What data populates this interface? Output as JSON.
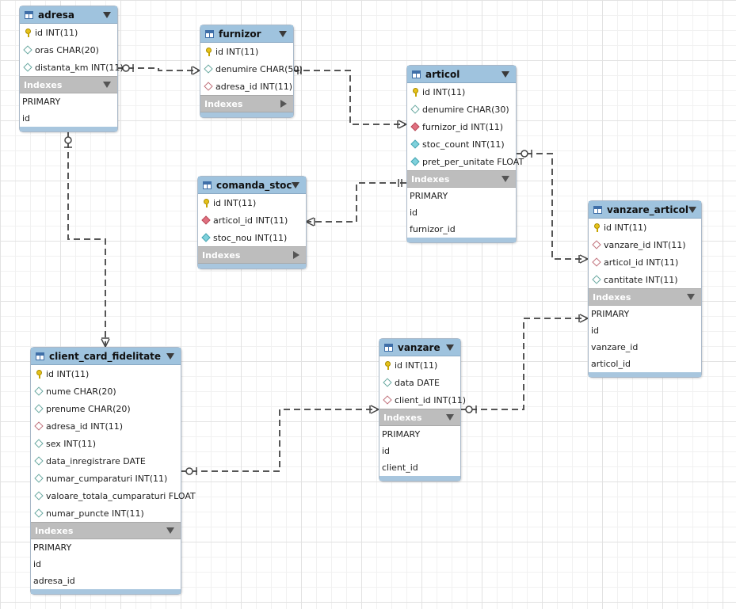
{
  "colors": {
    "header": "#9fc3de",
    "index_header": "#bdbdbd",
    "connector": "#555555"
  },
  "entities": {
    "adresa": {
      "title": "adresa",
      "columns": [
        {
          "icon": "primary-key-icon",
          "text": "id INT(11)"
        },
        {
          "icon": "column-diamond-icon",
          "text": "oras CHAR(20)"
        },
        {
          "icon": "column-diamond-icon",
          "text": "distanta_km INT(11)"
        }
      ],
      "indexes_label": "Indexes",
      "indexes": [
        "PRIMARY",
        "id"
      ]
    },
    "furnizor": {
      "title": "furnizor",
      "columns": [
        {
          "icon": "primary-key-icon",
          "text": "id INT(11)"
        },
        {
          "icon": "column-diamond-icon",
          "text": "denumire CHAR(50)"
        },
        {
          "icon": "foreign-key-diamond-icon",
          "text": "adresa_id INT(11)"
        }
      ],
      "indexes_label": "Indexes",
      "indexes": []
    },
    "articol": {
      "title": "articol",
      "columns": [
        {
          "icon": "primary-key-icon",
          "text": "id INT(11)"
        },
        {
          "icon": "column-diamond-icon",
          "text": "denumire CHAR(30)"
        },
        {
          "icon": "foreign-key-filled-diamond-icon",
          "text": "furnizor_id INT(11)"
        },
        {
          "icon": "not-null-diamond-icon",
          "text": "stoc_count INT(11)"
        },
        {
          "icon": "not-null-diamond-icon",
          "text": "pret_per_unitate FLOAT"
        }
      ],
      "indexes_label": "Indexes",
      "indexes": [
        "PRIMARY",
        "id",
        "furnizor_id"
      ]
    },
    "comanda_stoc": {
      "title": "comanda_stoc",
      "columns": [
        {
          "icon": "primary-key-icon",
          "text": "id INT(11)"
        },
        {
          "icon": "foreign-key-filled-diamond-icon",
          "text": "articol_id INT(11)"
        },
        {
          "icon": "not-null-diamond-icon",
          "text": "stoc_nou INT(11)"
        }
      ],
      "indexes_label": "Indexes",
      "indexes": []
    },
    "vanzare_articol": {
      "title": "vanzare_articol",
      "columns": [
        {
          "icon": "primary-key-icon",
          "text": "id INT(11)"
        },
        {
          "icon": "foreign-key-diamond-icon",
          "text": "vanzare_id INT(11)"
        },
        {
          "icon": "foreign-key-diamond-icon",
          "text": "articol_id INT(11)"
        },
        {
          "icon": "column-diamond-icon",
          "text": "cantitate INT(11)"
        }
      ],
      "indexes_label": "Indexes",
      "indexes": [
        "PRIMARY",
        "id",
        "vanzare_id",
        "articol_id"
      ]
    },
    "vanzare": {
      "title": "vanzare",
      "columns": [
        {
          "icon": "primary-key-icon",
          "text": "id INT(11)"
        },
        {
          "icon": "column-diamond-icon",
          "text": "data DATE"
        },
        {
          "icon": "foreign-key-diamond-icon",
          "text": "client_id INT(11)"
        }
      ],
      "indexes_label": "Indexes",
      "indexes": [
        "PRIMARY",
        "id",
        "client_id"
      ]
    },
    "client_card_fidelitate": {
      "title": "client_card_fidelitate",
      "columns": [
        {
          "icon": "primary-key-icon",
          "text": "id INT(11)"
        },
        {
          "icon": "column-diamond-icon",
          "text": "nume CHAR(20)"
        },
        {
          "icon": "column-diamond-icon",
          "text": "prenume CHAR(20)"
        },
        {
          "icon": "foreign-key-diamond-icon",
          "text": "adresa_id INT(11)"
        },
        {
          "icon": "column-diamond-icon",
          "text": "sex INT(11)"
        },
        {
          "icon": "column-diamond-icon",
          "text": "data_inregistrare DATE"
        },
        {
          "icon": "column-diamond-icon",
          "text": "numar_cumparaturi INT(11)"
        },
        {
          "icon": "column-diamond-icon",
          "text": "valoare_totala_cumparaturi FLOAT"
        },
        {
          "icon": "column-diamond-icon",
          "text": "numar_puncte INT(11)"
        }
      ],
      "indexes_label": "Indexes",
      "indexes": [
        "PRIMARY",
        "id",
        "adresa_id"
      ]
    }
  }
}
